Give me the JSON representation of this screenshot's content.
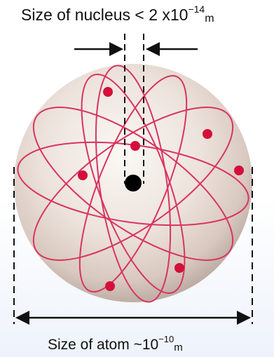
{
  "nucleus_label": {
    "text": "Size of nucleus",
    "relation": "<",
    "value": "2 x10",
    "exponent": "−14",
    "unit": "m"
  },
  "atom_label": {
    "text": "Size of atom",
    "relation": "~10",
    "exponent": "−10",
    "unit": "m"
  },
  "colors": {
    "orbit": "#d8345f",
    "electron": "#d4103a",
    "nucleus": "#000000",
    "atom_sphere": "#e9ddd6",
    "arrow": "#111111"
  },
  "electron_count": 7
}
